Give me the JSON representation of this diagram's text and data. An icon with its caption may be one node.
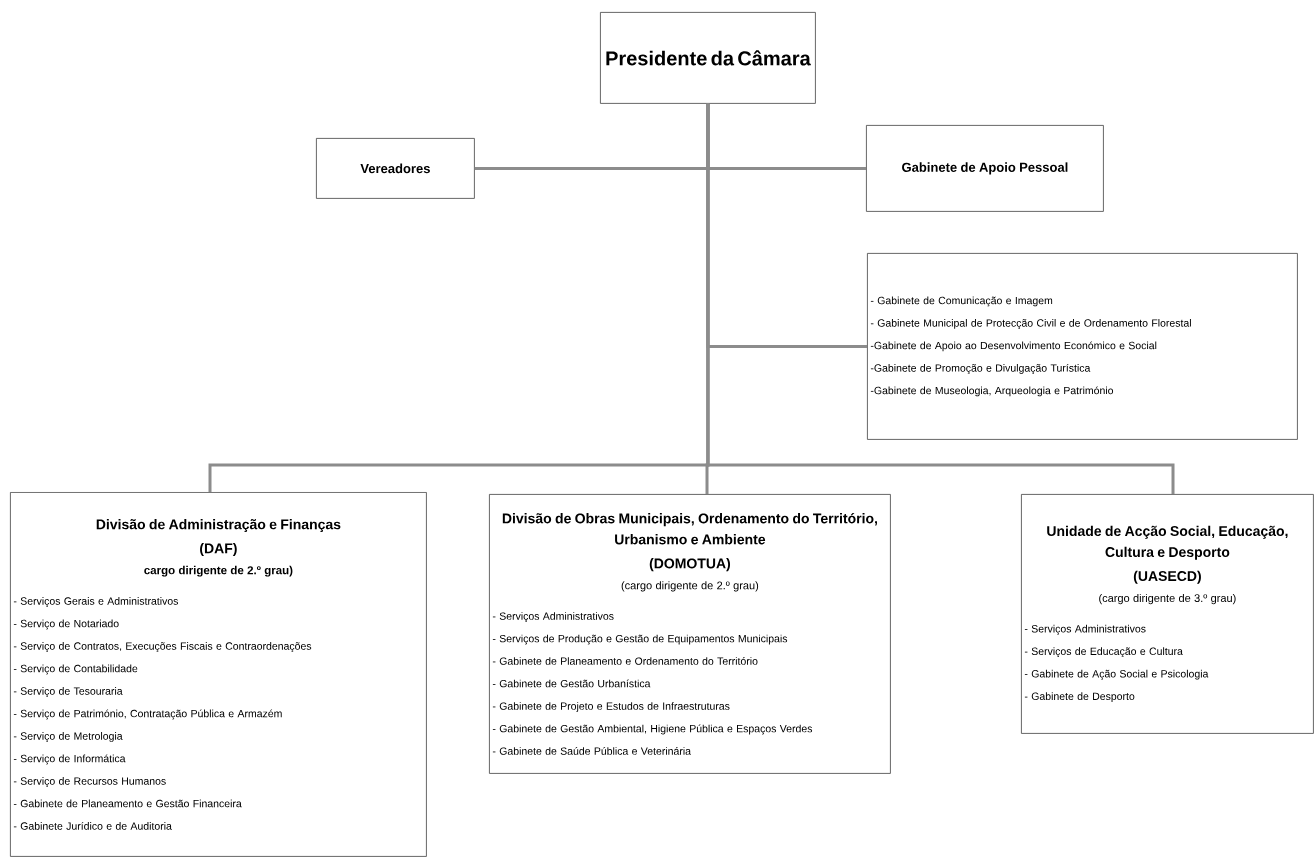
{
  "diagram": {
    "nodes": [
      {
        "text": [
          "Presidente da Câmara"
        ]
      },
      {
        "text": [
          "Vereadores"
        ]
      },
      {
        "text": [
          "Gabinete de Apoio Pessoal"
        ]
      },
      {
        "text": [
          "- Gabinete de Comunicação e Imagem",
          "- Gabinete Municipal de Protecção Civil e de Ordenamento Florestal",
          "-Gabinete de Apoio ao Desenvolvimento Económico e Social",
          "-Gabinete de Promoção e Divulgação Turística",
          "-Gabinete de Museologia, Arqueologia e Património"
        ]
      },
      {
        "text": [
          "Divisão de Administração e Finanças",
          "(DAF)",
          "cargo dirigente de 2.º grau)",
          "- Serviços Gerais e Administrativos",
          "- Serviço de Notariado",
          "- Serviço de Contratos, Execuções Fiscais e Contraordenações",
          "- Serviço de Contabilidade",
          "- Serviço de Tesouraria",
          "- Serviço de Património, Contratação Pública e Armazém",
          "- Serviço de Metrologia",
          "- Serviço de Informática",
          "- Serviço de Recursos Humanos",
          "- Gabinete de Planeamento e Gestão Financeira",
          "- Gabinete Jurídico e de Auditoria"
        ]
      },
      {
        "text": [
          "Divisão de Obras Municipais, Ordenamento do Território, Urbanismo e Ambiente",
          "(DOMOTUA)",
          "(cargo dirigente de 2.º grau)",
          "- Serviços Administrativos",
          "- Serviços de Produção e Gestão de Equipamentos Municipais",
          "- Gabinete de Planeamento e Ordenamento do Território",
          "- Gabinete de Gestão Urbanística",
          "- Gabinete de Projeto e Estudos de Infraestruturas",
          "- Gabinete de Gestão Ambiental, Higiene Pública e Espaços Verdes",
          "- Gabinete de Saúde Pública e Veterinária"
        ]
      },
      {
        "text": [
          "Unidade de Acção Social, Educação, Cultura e Desporto",
          "(UASECD)",
          "(cargo dirigente de 3.º grau)",
          "- Serviços Administrativos",
          "- Serviços de Educação e Cultura",
          "- Gabinete de Ação Social e Psicologia",
          "- Gabinete de Desporto"
        ]
      }
    ],
    "edges": [
      {
        "from": 0,
        "to": 1,
        "arrow": "none"
      },
      {
        "from": 0,
        "to": 2,
        "arrow": "none"
      },
      {
        "from": 0,
        "to": 3,
        "arrow": "none"
      },
      {
        "from": 0,
        "to": 4,
        "arrow": "none"
      },
      {
        "from": 0,
        "to": 5,
        "arrow": "none"
      },
      {
        "from": 0,
        "to": 6,
        "arrow": "none"
      }
    ]
  }
}
